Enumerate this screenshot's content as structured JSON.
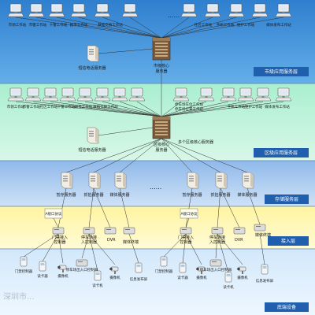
{
  "layers": [
    {
      "id": "city",
      "label": "市级应用服务层",
      "color": "#3b8fd9"
    },
    {
      "id": "district",
      "label": "区级应用服务层",
      "color": "#9ee6c8"
    },
    {
      "id": "storage",
      "label": "存储服务层",
      "color": "#a8c8ee"
    },
    {
      "id": "access",
      "label": "接入层",
      "color": "#fff6b0"
    },
    {
      "id": "edge",
      "label": "底端设备",
      "color": "#dcefff"
    }
  ],
  "city": {
    "workstations": [
      "市领工作站",
      "市警工作站",
      "十警工作站",
      "剧市工作站",
      "数据交换工作站",
      "社区工作站",
      "手机工作站",
      "维护工作站",
      "媒体发布工作站"
    ],
    "sms_server": "短信电话服务器",
    "core_server": "市级核心\n服务器",
    "core_line1": "市级核心",
    "core_line2": "服务器",
    "ellipsis": "......"
  },
  "district": {
    "workstations": [
      "市领工作站",
      "市警工作站",
      "社区工作站",
      "十警工作站",
      "剧市工作站",
      "数据交换工作站",
      "停车场车位工作站",
      "停车场位置工作站",
      "手机工作站",
      "维护工作站",
      "媒体发布工作站"
    ],
    "sms_server": "短信电话服务器",
    "core_line1": "区级核心",
    "core_line2": "服务器",
    "multi_label": "多个区级核心服务器"
  },
  "storage": {
    "left": {
      "storage": "暂存服务器",
      "capture": "抓拍服务器",
      "media": "媒体服务器"
    },
    "right": {
      "storage": "暂存服务器",
      "capture": "抓拍服务器",
      "media": "媒体服务器"
    },
    "ellipsis": "......"
  },
  "access": {
    "protocol": "A接口\n协议",
    "protocol_label": "A接口协议",
    "left": {
      "gate": "门禁接入\n控制器",
      "gate1": "门禁接入",
      "gate2": "控制器",
      "park1": "停车场接",
      "park2": "入控制器",
      "dvr": "DVR",
      "media": "媒体终端"
    },
    "right": {
      "gate1": "门禁接入",
      "gate2": "控制器",
      "park1": "停车场接",
      "park2": "入控制器",
      "dvr": "DVR",
      "media": "媒体终端"
    }
  },
  "edge": {
    "items": [
      "门禁控制器",
      "读卡器",
      "摄像机",
      "停车场出入口控制器",
      "读卡机",
      "摄像机",
      "信息发布屏",
      "门禁控制器",
      "读卡器",
      "摄像机",
      "停车场出入口控制器",
      "读卡机",
      "摄像机",
      "信息发布屏"
    ],
    "watermark": "深圳市..."
  },
  "colors": {
    "accent_tag": "#1f5fae",
    "server_core": "#8a6a4a",
    "line": "#333333"
  }
}
